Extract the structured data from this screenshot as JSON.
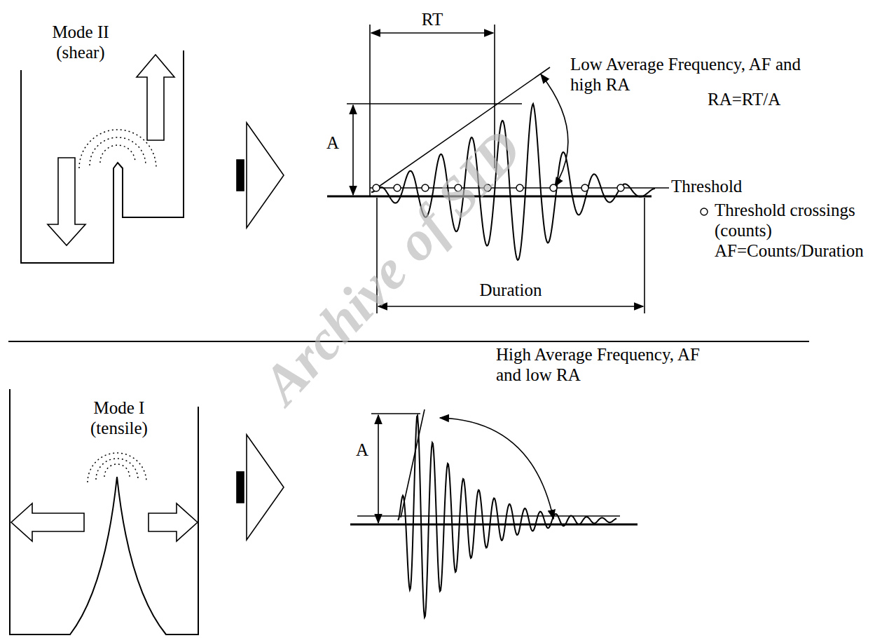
{
  "diagram": {
    "nodes": [
      {
        "text": [
          "Mode II (shear)"
        ]
      },
      {
        "text": [
          "Mode I (tensile)"
        ]
      }
    ],
    "labels": [
      "RT",
      "Low Average Frequency, AF and high RA",
      "RA=RT/A",
      "A",
      "Threshold",
      "Threshold crossings (counts)",
      "AF=Counts/Duration",
      "Duration",
      "High Average Frequency, AF and low RA",
      "A",
      "Archive of SID"
    ]
  }
}
